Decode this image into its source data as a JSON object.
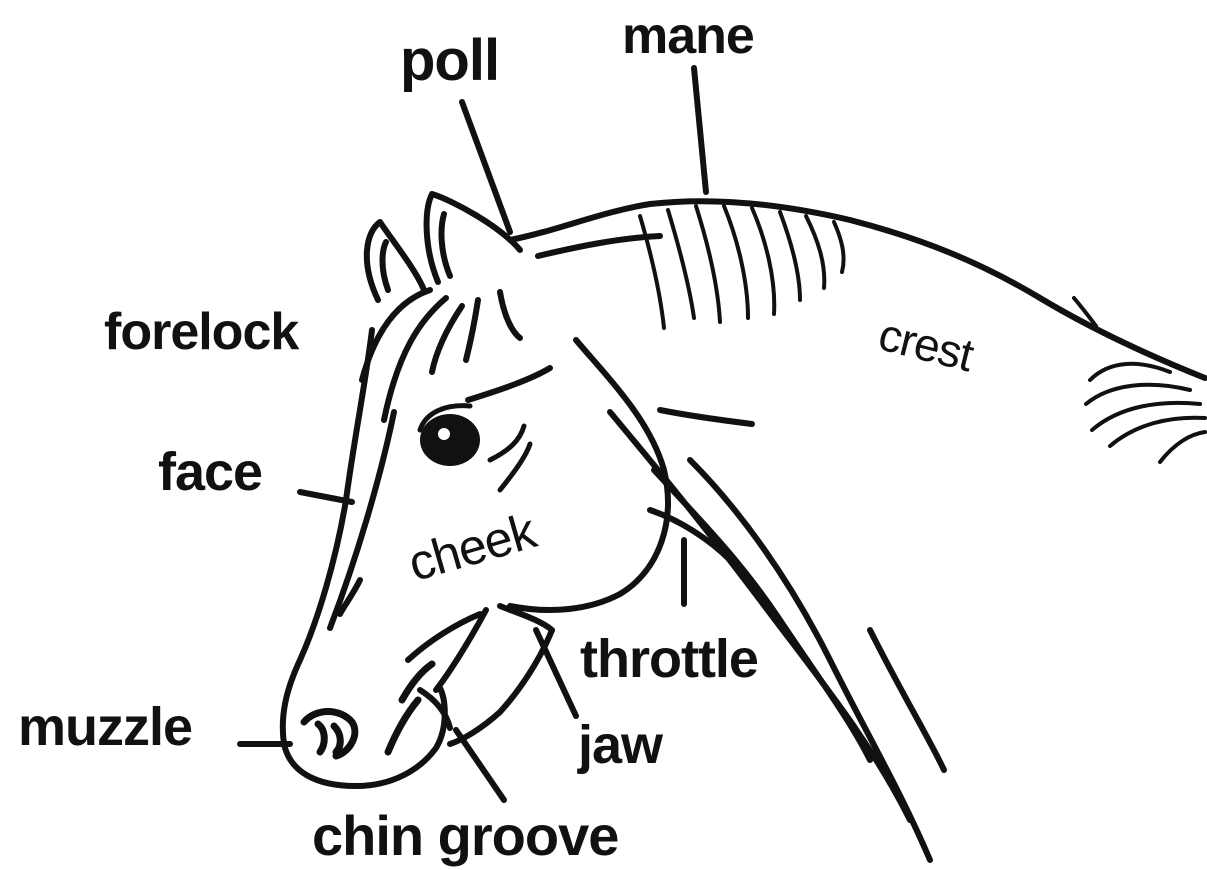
{
  "labels": {
    "poll": "poll",
    "mane": "mane",
    "forelock": "forelock",
    "crest": "crest",
    "face": "face",
    "cheek": "cheek",
    "throttle": "throttle",
    "muzzle": "muzzle",
    "jaw": "jaw",
    "chin_groove": "chin groove"
  },
  "colors": {
    "ink": "#111111",
    "background": "#ffffff"
  }
}
